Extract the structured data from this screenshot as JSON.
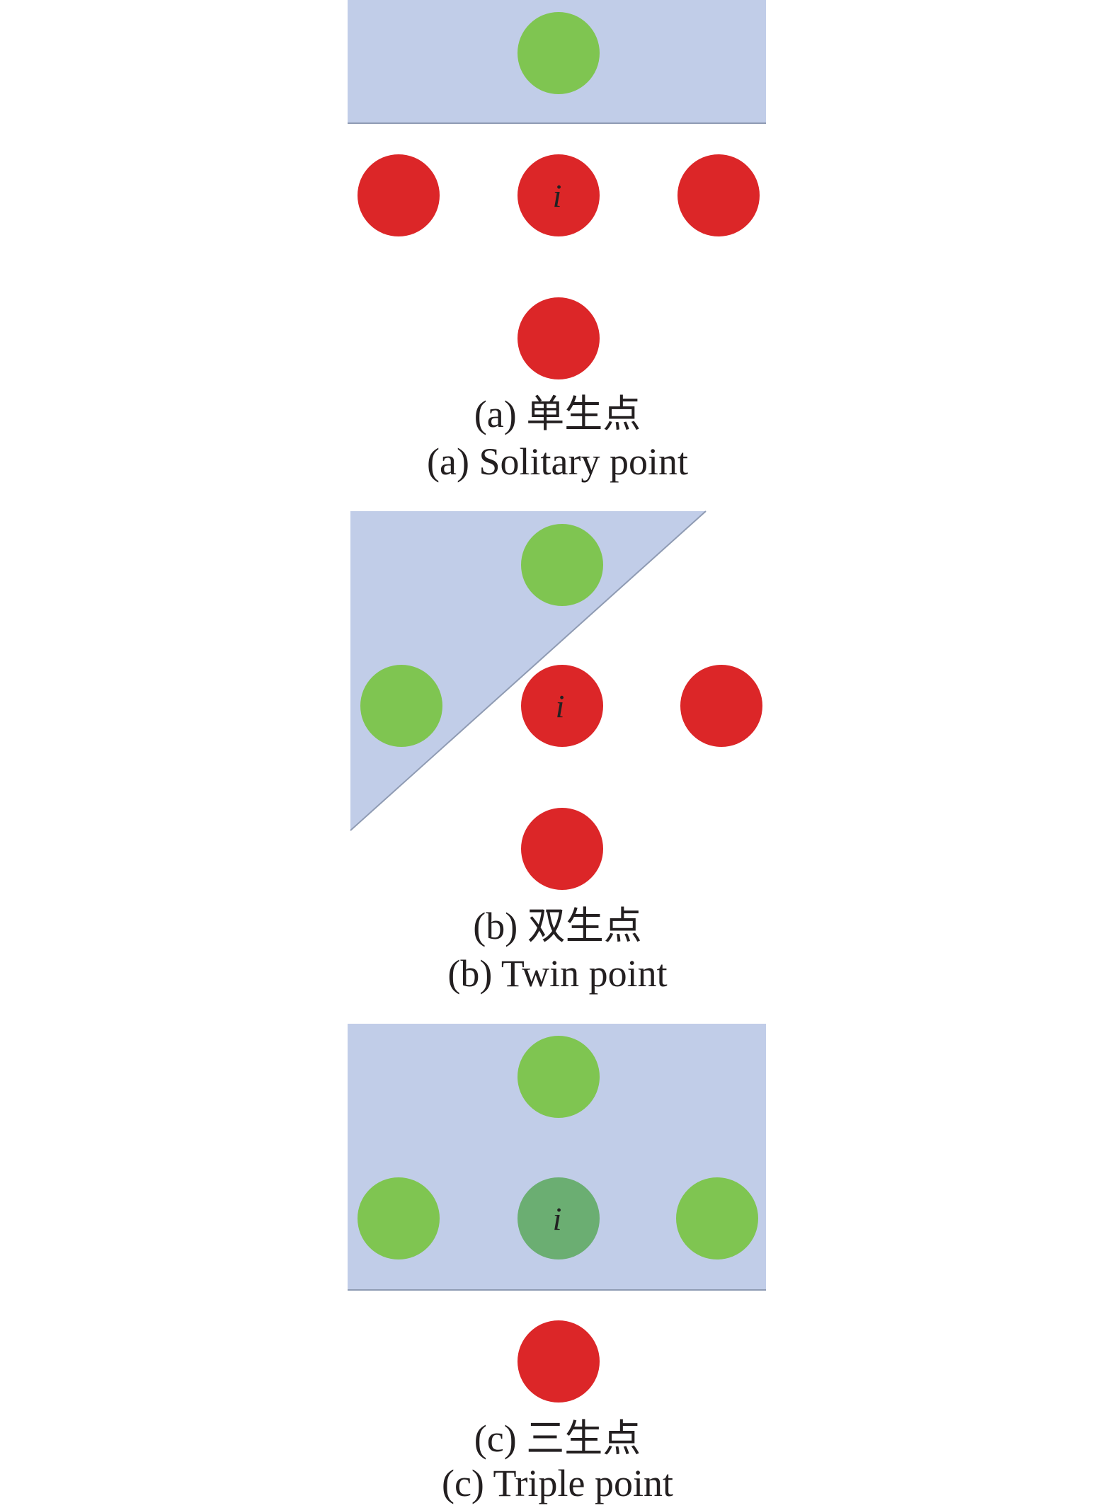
{
  "colors": {
    "region": "#c1cde8",
    "region_edge": "#8f9bb3",
    "green": "#7fc551",
    "red": "#dc2628",
    "center_overlap": "#6bae72",
    "text": "#231f20"
  },
  "node_label": "i",
  "panels": [
    {
      "id": "a",
      "caption_cn": "(a) 单生点",
      "caption_en": "(a) Solitary point",
      "region_shape": "rectangle",
      "nodes": {
        "top": "green",
        "left": "red",
        "center": "red",
        "right": "red",
        "bottom": "red"
      }
    },
    {
      "id": "b",
      "caption_cn": "(b) 双生点",
      "caption_en": "(b) Twin point",
      "region_shape": "triangle",
      "nodes": {
        "top": "green",
        "left": "green",
        "center": "red",
        "right": "red",
        "bottom": "red"
      }
    },
    {
      "id": "c",
      "caption_cn": "(c) 三生点",
      "caption_en": "(c) Triple point",
      "region_shape": "rectangle",
      "nodes": {
        "top": "green",
        "left": "green",
        "center": "green-overlap",
        "right": "green",
        "bottom": "red"
      }
    }
  ]
}
